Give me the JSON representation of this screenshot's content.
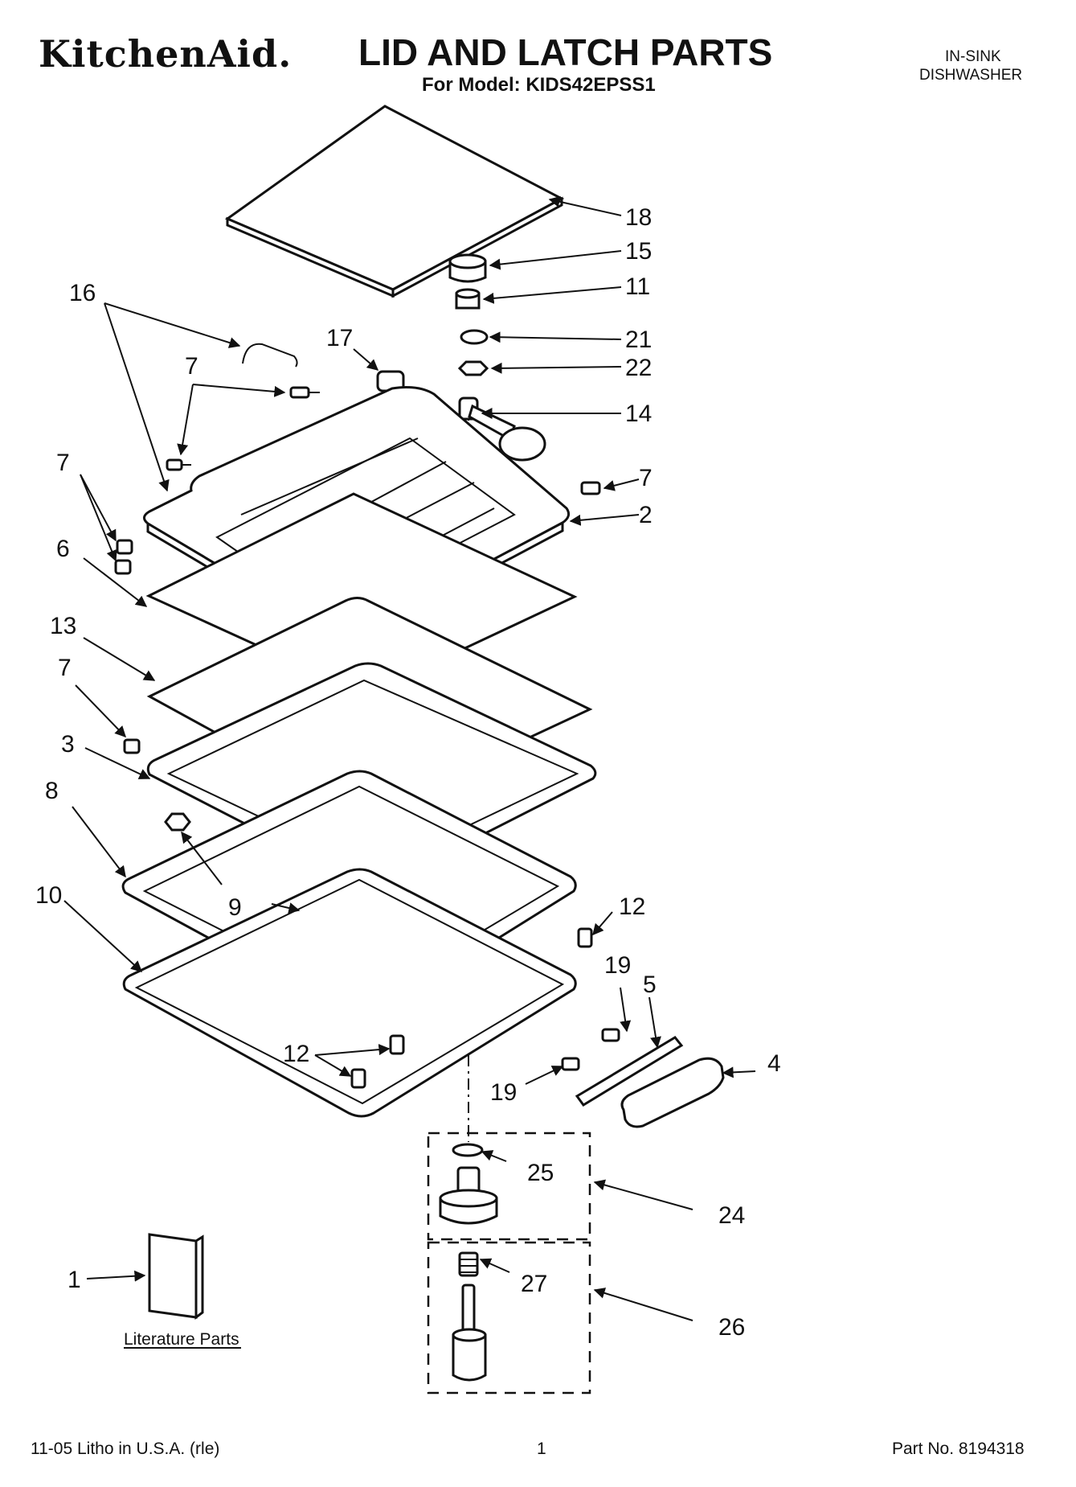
{
  "header": {
    "brand": "KitchenAid.",
    "title": "LID AND LATCH PARTS",
    "model": "For Model: KIDS42EPSS1",
    "product_line1": "IN-SINK",
    "product_line2": "DISHWASHER"
  },
  "callouts": [
    "1",
    "2",
    "3",
    "4",
    "5",
    "6",
    "7",
    "8",
    "9",
    "10",
    "11",
    "12",
    "13",
    "14",
    "15",
    "16",
    "17",
    "18",
    "19",
    "21",
    "22",
    "24",
    "25",
    "26",
    "27"
  ],
  "literature_label": "Literature Parts",
  "footer": {
    "litho": "11-05 Litho in U.S.A. (rle)",
    "page": "1",
    "part_no": "Part No. 8194318"
  }
}
